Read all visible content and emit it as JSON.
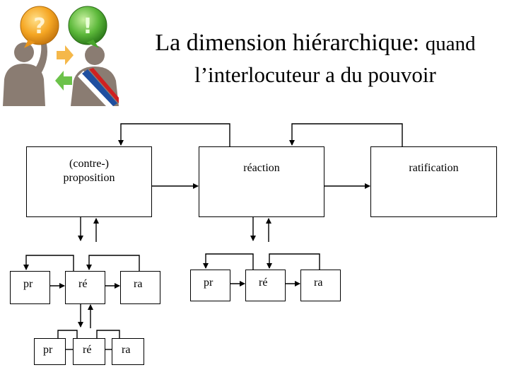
{
  "header": {
    "title_main": "La dimension hiérarchique:",
    "title_rest": "quand",
    "subtitle": "l’interlocuteur a du pouvoir"
  },
  "logo": {
    "question_mark": "?",
    "exclamation_mark": "!"
  },
  "diagram": {
    "top": {
      "proposition_line1": "(contre-)",
      "proposition_line2": "proposition",
      "reaction": "réaction",
      "ratification": "ratification"
    },
    "level2_left": {
      "pr": "pr",
      "re": "ré",
      "ra": "ra"
    },
    "level2_right": {
      "pr": "pr",
      "re": "ré",
      "ra": "ra"
    },
    "level3": {
      "pr": "pr",
      "re": "ré",
      "ra": "ra"
    }
  },
  "colors": {
    "orange_bubble": "#f5a623",
    "green_bubble": "#5cb83a",
    "figure": "#8a7c72",
    "sash_blue": "#1f4fa0",
    "sash_red": "#d02020"
  }
}
